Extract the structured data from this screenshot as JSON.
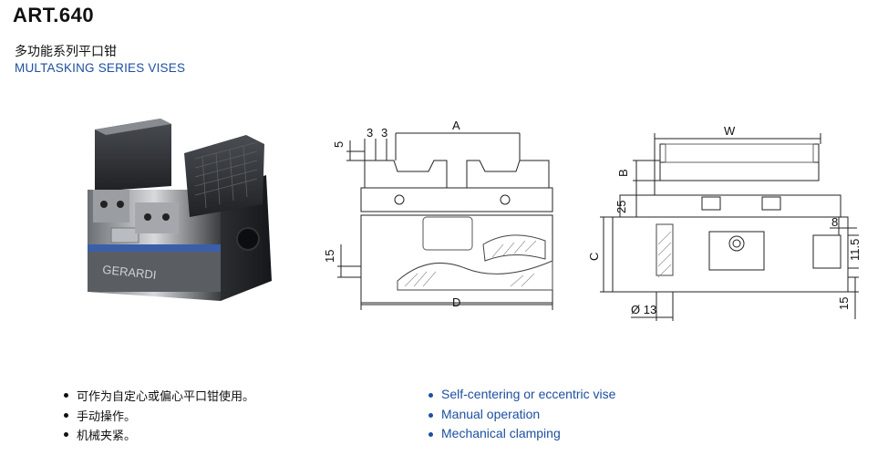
{
  "header": {
    "article": "ART.640",
    "title_cn": "多功能系列平口钳",
    "title_en": "MULTASKING SERIES VISES"
  },
  "photo": {
    "brand_text": "GERARDI"
  },
  "drawing": {
    "dim_3_left": "3",
    "dim_3_right": "3",
    "dim_5": "5",
    "dim_A": "A",
    "dim_15_left": "15",
    "dim_D": "D",
    "dim_W": "W",
    "dim_B": "B",
    "dim_25": "25",
    "dim_C": "C",
    "dim_8": "8",
    "dim_11_5": "11.5",
    "dim_15_right": "15",
    "dim_dia_13": "Ø 13"
  },
  "features_cn": [
    "可作为自定心或偏心平口钳使用。",
    "手动操作。",
    "机械夹紧。"
  ],
  "features_en": [
    "Self-centering or eccentric vise",
    "Manual operation",
    "Mechanical clamping"
  ],
  "colors": {
    "accent_blue": "#1d4fa0",
    "text": "#111111"
  }
}
